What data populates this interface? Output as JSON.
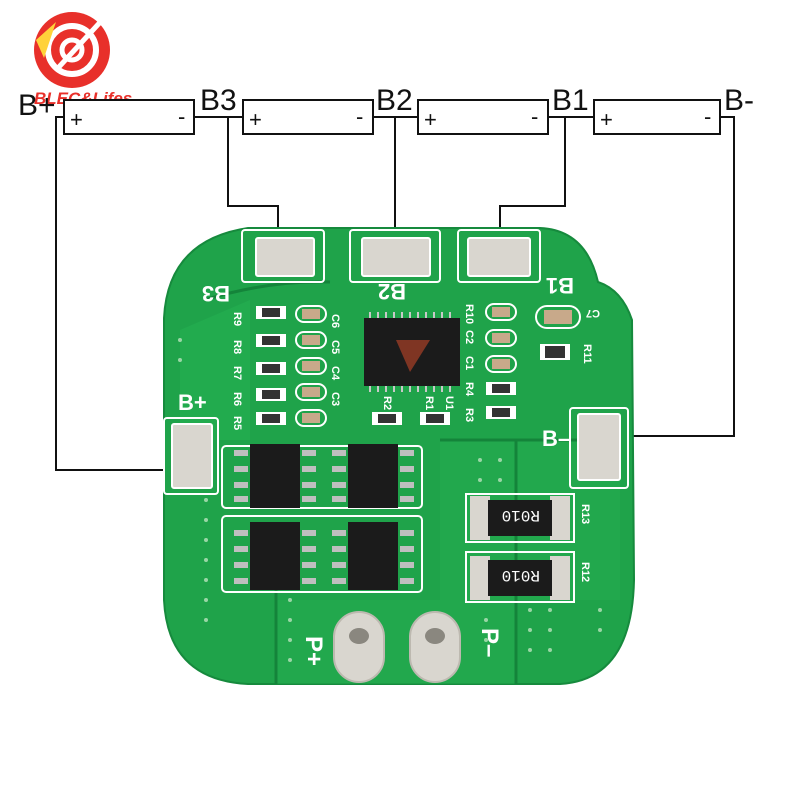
{
  "watermark": {
    "brand": "BLEC&Lifes",
    "accent": "#e8302a"
  },
  "wiring": {
    "terminals": [
      {
        "id": "b_plus_top",
        "label": "B+"
      },
      {
        "id": "b3",
        "label": "B3"
      },
      {
        "id": "b2",
        "label": "B2"
      },
      {
        "id": "b1",
        "label": "B1"
      },
      {
        "id": "b_minus_top",
        "label": "B-"
      }
    ],
    "cells": [
      {
        "plus": "+",
        "minus": "-"
      },
      {
        "plus": "+",
        "minus": "-"
      },
      {
        "plus": "+",
        "minus": "-"
      },
      {
        "plus": "+",
        "minus": "-"
      }
    ]
  },
  "board": {
    "colors": {
      "pcb": "#1fa34a",
      "pcb_dark": "#14843a",
      "silk": "#ffffff",
      "pad": "#d9d6cf"
    },
    "pad_labels": {
      "b3": "B3",
      "b2": "B2",
      "b1": "B1",
      "b_plus": "B+",
      "b_minus": "B–",
      "p_plus": "P+",
      "p_minus": "P–"
    },
    "component_labels": {
      "left_col1": [
        "R9",
        "R8",
        "R7",
        "R6",
        "R5"
      ],
      "left_col2": [
        "C6",
        "C5",
        "C4",
        "C3"
      ],
      "right_col1": [
        "R10",
        "C2",
        "C1",
        "R4"
      ],
      "right_col2": [
        "R3"
      ],
      "ic": [
        "R2",
        "R1",
        "U1"
      ],
      "misc": [
        "C7",
        "R11"
      ],
      "shunts": [
        "R13",
        "R12"
      ],
      "shunt_marking": "R010"
    }
  }
}
